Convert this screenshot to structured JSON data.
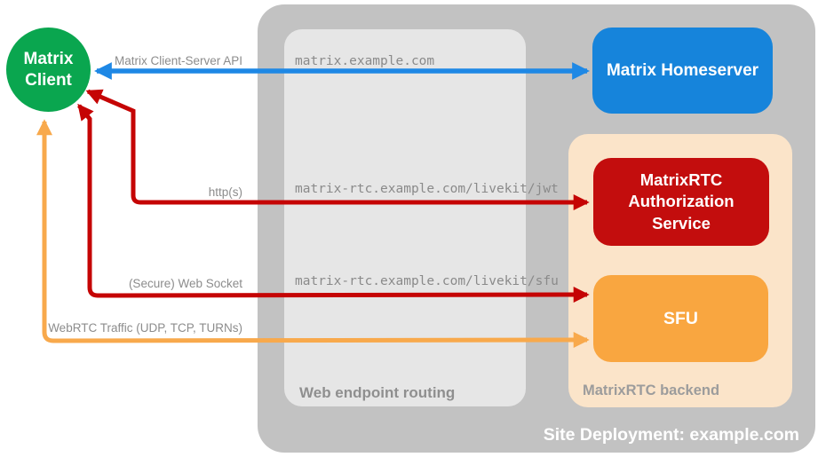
{
  "diagram_title": "Site Deployment: example.com",
  "client": {
    "label": "Matrix Client"
  },
  "homeserver": {
    "label": "Matrix Homeserver"
  },
  "routing": {
    "label": "Web endpoint routing",
    "endpoints": [
      "matrix.example.com",
      "matrix-rtc.example.com/livekit/jwt",
      "matrix-rtc.example.com/livekit/sfu"
    ]
  },
  "backend": {
    "label": "MatrixRTC backend",
    "auth_service": {
      "label": "MatrixRTC Authorization Service"
    },
    "sfu": {
      "label": "SFU"
    }
  },
  "site": {
    "label": "Site Deployment: example.com"
  },
  "arrows": [
    {
      "label": "Matrix Client-Server API",
      "color": "#1E88E5",
      "from": "Matrix Client",
      "to": "Matrix Homeserver",
      "via": "matrix.example.com",
      "bidirectional": true
    },
    {
      "label": "http(s)",
      "color": "#C50404",
      "from": "Matrix Client",
      "to": "MatrixRTC Authorization Service",
      "via": "matrix-rtc.example.com/livekit/jwt",
      "bidirectional": true
    },
    {
      "label": "(Secure) Web Socket",
      "color": "#C50404",
      "from": "Matrix Client",
      "to": "SFU",
      "via": "matrix-rtc.example.com/livekit/sfu",
      "bidirectional": true
    },
    {
      "label": "WebRTC Traffic (UDP, TCP, TURNs)",
      "color": "#F8A94C",
      "from": "Matrix Client",
      "to": "SFU",
      "bidirectional": true
    }
  ],
  "colors": {
    "client_green": "#0AA64F",
    "homeserver_blue": "#1684DB",
    "auth_red": "#C30D0D",
    "sfu_orange": "#F9A640",
    "backend_peach": "#FBE4C9",
    "routing_gray": "#E6E6E6",
    "site_gray": "#C2C2C2",
    "arrow_blue": "#1E88E5",
    "arrow_red": "#C50404",
    "arrow_orange": "#F8A94C",
    "label_gray": "#8C8C8C"
  }
}
